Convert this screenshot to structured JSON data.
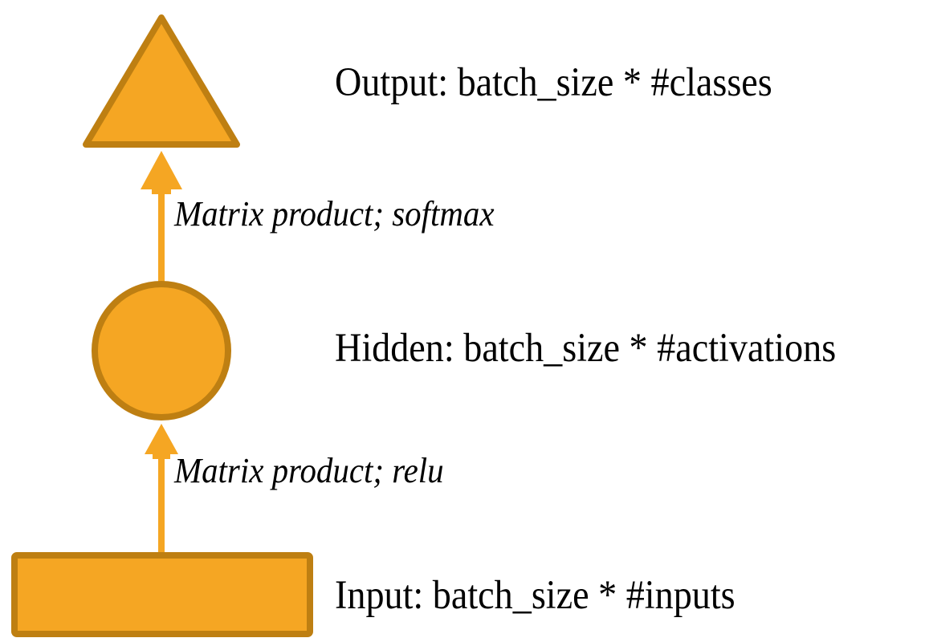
{
  "diagram": {
    "title": "Neural network layer diagram",
    "type": "flow-diagram",
    "direction": "bottom-to-top",
    "background_color": "#FFFFFF",
    "palette": {
      "shape_fill": "#F5A623",
      "shape_stroke": "#BE7F12",
      "arrow_color": "#F5A623",
      "text_color": "#000000"
    },
    "nodes": [
      {
        "id": "output",
        "shape": "triangle",
        "label": "Output: batch_size * #classes",
        "fill": "#F5A623",
        "stroke": "#BE7F12"
      },
      {
        "id": "hidden",
        "shape": "circle",
        "label": "Hidden: batch_size * #activations",
        "fill": "#F5A623",
        "stroke": "#BE7F12"
      },
      {
        "id": "input",
        "shape": "rectangle",
        "label": "Input: batch_size * #inputs",
        "fill": "#F5A623",
        "stroke": "#BE7F12"
      }
    ],
    "edges": [
      {
        "id": "hidden-to-output",
        "from": "hidden",
        "to": "output",
        "label": "Matrix product; softmax",
        "arrow_color": "#F5A623"
      },
      {
        "id": "input-to-hidden",
        "from": "input",
        "to": "hidden",
        "label": "Matrix product; relu",
        "arrow_color": "#F5A623"
      }
    ]
  }
}
